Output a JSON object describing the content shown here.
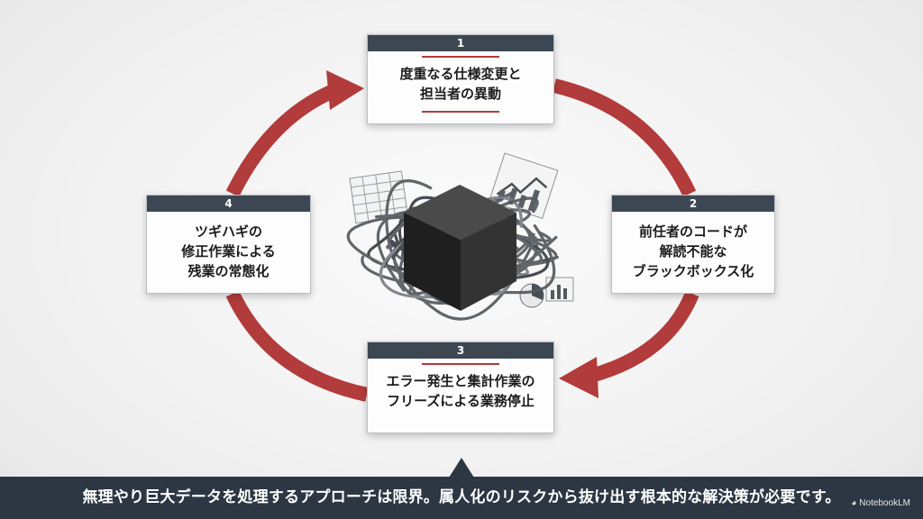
{
  "steps": [
    {
      "number": "1",
      "line1": "度重なる仕様変更と",
      "line2": "担当者の異動"
    },
    {
      "number": "2",
      "line1": "前任者のコードが",
      "line2": "解読不能な",
      "line3": "ブラックボックス化"
    },
    {
      "number": "3",
      "line1": "エラー発生と集計作業の",
      "line2": "フリーズによる業務停止"
    },
    {
      "number": "4",
      "line1": "ツギハギの",
      "line2": "修正作業による",
      "line3": "残業の常態化"
    }
  ],
  "banner": {
    "text": "無理やり巨大データを処理するアプローチは限界。属人化のリスクから抜け出す根本的な解決策が必要です。"
  },
  "brand": {
    "name": "NotebookLM"
  },
  "colors": {
    "arrow": "#b23b3b",
    "tab": "#3d4753",
    "banner": "#2c3743",
    "cube": "#2b2b2b",
    "tangle": "#555a60"
  },
  "icons": [
    "cycle-arrow",
    "black-box-cube-icon",
    "tangled-wires",
    "spreadsheet-icon",
    "bar-chart-icon",
    "pie-chart-icon",
    "notebooklm-logo-icon"
  ]
}
